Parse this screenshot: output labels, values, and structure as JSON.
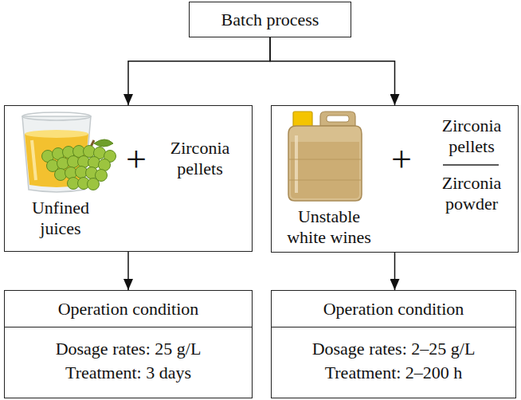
{
  "diagram": {
    "nodes": [
      {
        "text": [
          "Batch process"
        ]
      },
      {
        "text": [
          "Unfined juices",
          "+",
          "Zirconia pellets"
        ]
      },
      {
        "text": [
          "Unstable white wines",
          "+",
          "Zirconia pellets",
          "Zirconia powder"
        ]
      },
      {
        "text": [
          "Operation condition",
          "Dosage rates: 25 g/L",
          "Treatment: 3 days"
        ]
      },
      {
        "text": [
          "Operation condition",
          "Dosage rates: 2–25 g/L",
          "Treatment: 2–200 h"
        ]
      }
    ],
    "edges": [
      {
        "from": 0,
        "to": 1,
        "arrow": "to"
      },
      {
        "from": 0,
        "to": 2,
        "arrow": "to"
      },
      {
        "from": 1,
        "to": 3,
        "arrow": "to"
      },
      {
        "from": 2,
        "to": 4,
        "arrow": "to"
      }
    ]
  }
}
